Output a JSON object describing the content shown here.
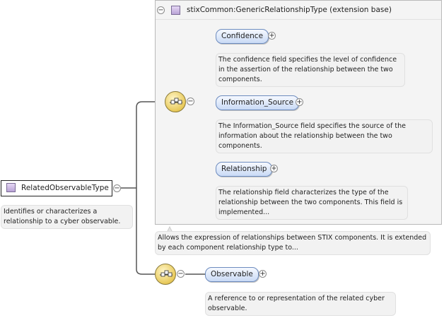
{
  "extension": {
    "title": "stixCommon:GenericRelationshipType (extension base)",
    "doc": "Allows the expression of relationships between STIX components. It is extended by each component relationship type to..."
  },
  "root": {
    "name": "RelatedObservableType",
    "doc": "Identifies or characterizes a relationship to a cyber observable."
  },
  "elements": [
    {
      "name": "Confidence",
      "doc": "The confidence field specifies the level of confidence in the assertion of the relationship between the two components."
    },
    {
      "name": "Information_Source",
      "doc": "The Information_Source field specifies the source of the information about the relationship between the two components."
    },
    {
      "name": "Relationship",
      "doc": "The relationship field characterizes the type of the relationship between the two components. This field is implemented..."
    },
    {
      "name": "Observable",
      "doc": "A reference to or representation of the related cyber observable."
    }
  ],
  "symbols": {
    "collapse": "−",
    "expand": "+"
  },
  "icons": {
    "sequence": "sequence-compositor-icon",
    "complex_type": "complex-type-icon"
  }
}
